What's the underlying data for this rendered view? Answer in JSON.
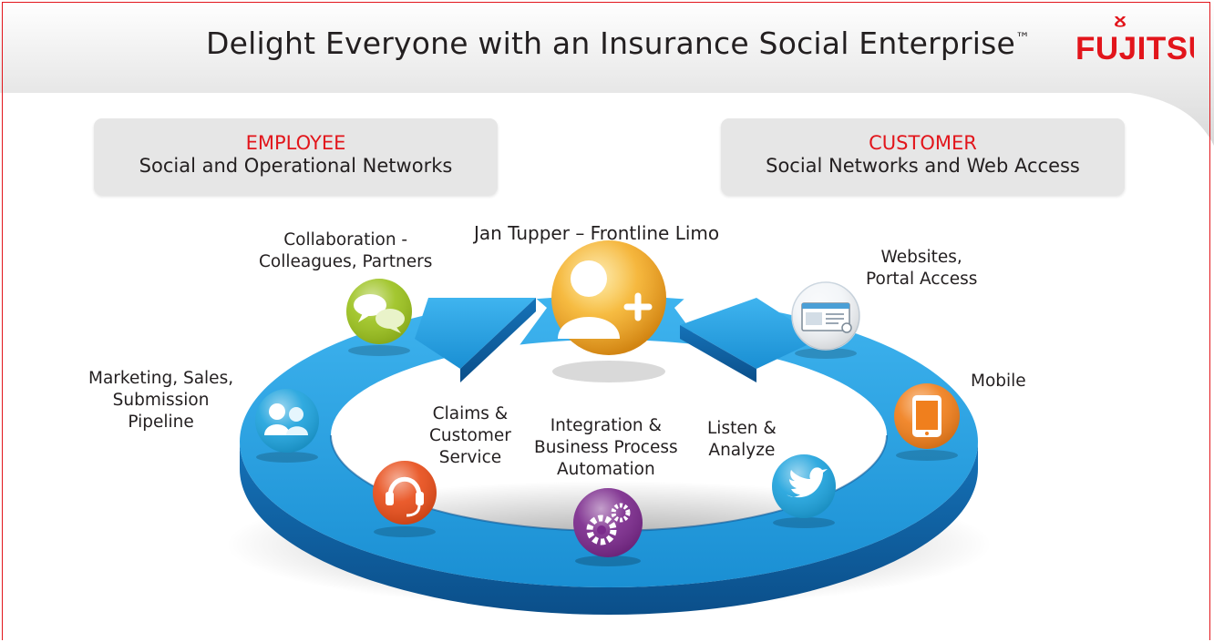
{
  "title": "Delight Everyone with an Insurance Social Enterprise",
  "title_mark": "™",
  "logo": {
    "text": "FUJITSU",
    "color": "#e2151b"
  },
  "employee_box": {
    "heading": "EMPLOYEE",
    "subheading": "Social and Operational Networks"
  },
  "customer_box": {
    "heading": "CUSTOMER",
    "subheading": "Social Networks and Web Access"
  },
  "center_person": {
    "label": "Jan Tupper – Frontline Limo",
    "icon": "add-user-icon"
  },
  "nodes": [
    {
      "id": "collaboration",
      "lines": [
        "Collaboration  -",
        "Colleagues, Partners"
      ],
      "icon": "chat-bubbles-icon",
      "color": "#9cc21f"
    },
    {
      "id": "marketing",
      "lines": [
        "Marketing, Sales,",
        "Submission",
        "Pipeline"
      ],
      "icon": "people-icon",
      "color": "#1fa3dd"
    },
    {
      "id": "claims",
      "lines": [
        "Claims &",
        "Customer",
        "Service"
      ],
      "icon": "headset-icon",
      "color": "#e84e1b"
    },
    {
      "id": "integration",
      "lines": [
        "Integration &",
        "Business Process",
        "Automation"
      ],
      "icon": "gears-icon",
      "color": "#7b2a8c"
    },
    {
      "id": "listen",
      "lines": [
        "Listen &",
        "Analyze"
      ],
      "icon": "bird-icon",
      "color": "#1fa3dd"
    },
    {
      "id": "mobile",
      "lines": [
        "Mobile"
      ],
      "icon": "mobile-phone-icon",
      "color": "#f07f1d"
    },
    {
      "id": "websites",
      "lines": [
        "Websites,",
        "Portal Access"
      ],
      "icon": "browser-window-icon",
      "color": "#e8eef3"
    }
  ],
  "colors": {
    "accent": "#e2151b",
    "ring": "#1a92d6",
    "box": "#e6e6e6",
    "person": "#f5a81c"
  }
}
